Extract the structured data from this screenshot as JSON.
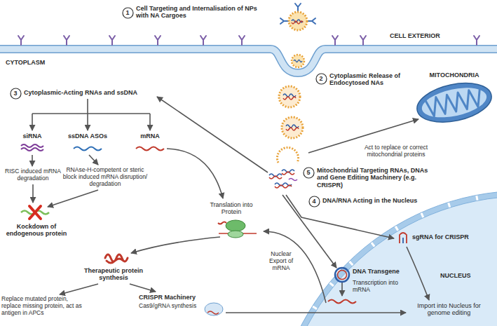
{
  "diagram": {
    "nodes": [
      {
        "text": [
          "1"
        ]
      },
      {
        "text": [
          "2"
        ]
      },
      {
        "text": [
          "MITOCHONDRIA"
        ]
      },
      {
        "text": [
          "3"
        ]
      },
      {
        "text": [
          "5"
        ]
      },
      {
        "text": [
          "4"
        ]
      },
      {
        "text": [
          "NUCLEUS"
        ]
      }
    ],
    "labels": [
      "CELL EXTERIOR",
      "CYTOPLASM",
      "Cell Targeting and Internalisation of NPs with NA Cargoes",
      "Cytoplasmic Release of Endocytosed NAs",
      "Cytoplasmic-Acting RNAs and ssDNA",
      "Act to replace or correct mitochondrial proteins",
      "Mitochondrial Targeting RNAs, DNAs and Gene Editing Machinery (e.g. CRISPR)",
      "DNA/RNA Acting in the Nucleus",
      "siRNA",
      "ssDNA ASOs",
      "mRNA",
      "RISC induced mRNA degradation",
      "RNAse-H-competent or steric block induced mRNA disruption/ degradation",
      "Translation into Protein",
      "Kockdown of endogenous protein",
      "Therapeutic protein synthesis",
      "Replace mutated protein, replace missing protein, act as antigen in APCs",
      "CRISPR Machinery",
      "Cas9/gRNA synthesis",
      "Nuclear Export of mRNA",
      "sgRNA for CRISPR",
      "DNA Transgene",
      "Transcription into mRNA",
      "Import into Nucleus for genome editing"
    ]
  }
}
